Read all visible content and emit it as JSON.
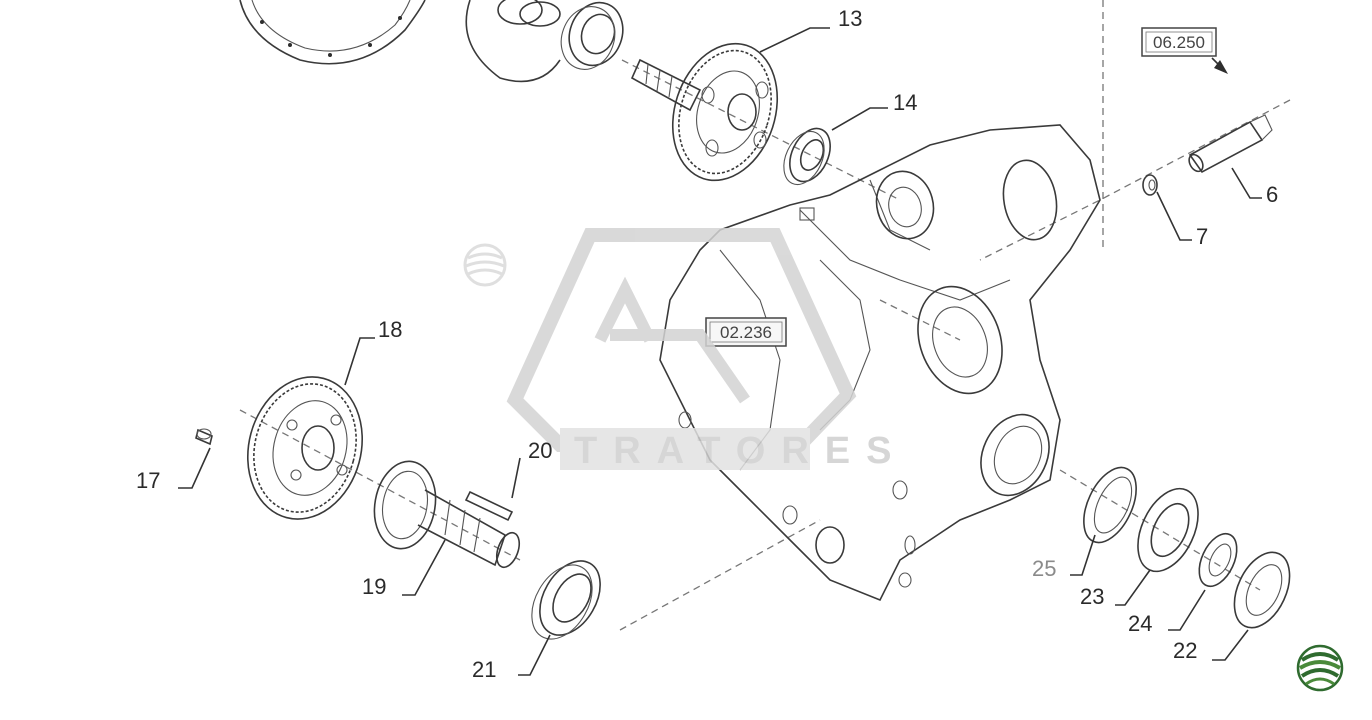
{
  "callouts": {
    "c6": "6",
    "c7": "7",
    "c13": "13",
    "c14": "14",
    "c17": "17",
    "c18": "18",
    "c19": "19",
    "c20": "20",
    "c21": "21",
    "c22": "22",
    "c23": "23",
    "c24": "24",
    "c25": "25"
  },
  "references": {
    "ref_top": "06.250",
    "ref_mid": "02.236"
  },
  "watermark": {
    "brand_text": "TRATORES"
  },
  "colors": {
    "line": "#3a3a3a",
    "watermark": "#d6d6d6",
    "logo_green": "#2f6b2f"
  },
  "icons": {
    "brand_logo": "green-layered-circle-logo"
  }
}
